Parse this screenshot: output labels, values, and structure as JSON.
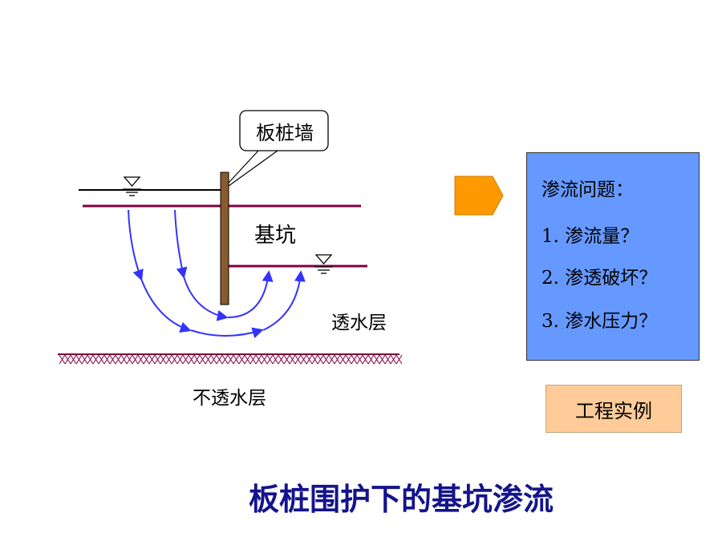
{
  "diagram": {
    "wall_label": "板桩墙",
    "pit_label": "基坑",
    "permeable_label": "透水层",
    "impermeable_label": "不透水层"
  },
  "problems": {
    "title": "渗流问题：",
    "items": [
      {
        "num": "1.",
        "text": "渗流量？"
      },
      {
        "num": "2.",
        "text": "渗透破坏？"
      },
      {
        "num": "3.",
        "text": "渗水压力？"
      }
    ]
  },
  "example_button": "工程实例",
  "caption": "板桩围护下的基坑渗流",
  "colors": {
    "ground_line": "#800040",
    "flow_line": "#3333ff",
    "wall": "#8b5a2b",
    "arrow": "#ff9900",
    "problem_box": "#6699ff",
    "example_box": "#ffcc99",
    "caption": "#14148c"
  }
}
